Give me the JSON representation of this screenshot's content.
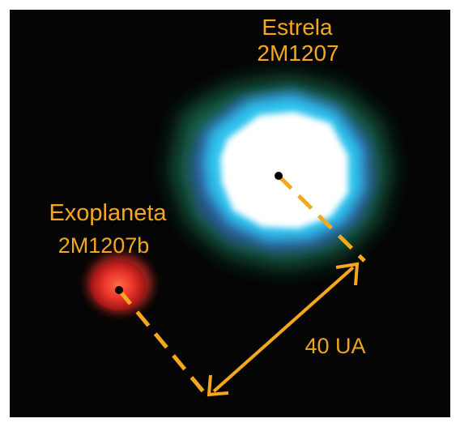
{
  "star": {
    "name": "Estrela",
    "designation": "2M1207"
  },
  "planet": {
    "name": "Exoplaneta",
    "designation": "2M1207b"
  },
  "separation": {
    "label": "40 UA"
  },
  "colors": {
    "background": "#050505",
    "label": "#f5a81f",
    "star_core": "#ffffff",
    "star_halo": "#2ec4ef",
    "star_outer": "#1f8f63",
    "planet": "#e8332b",
    "line": "#f5a81f"
  }
}
